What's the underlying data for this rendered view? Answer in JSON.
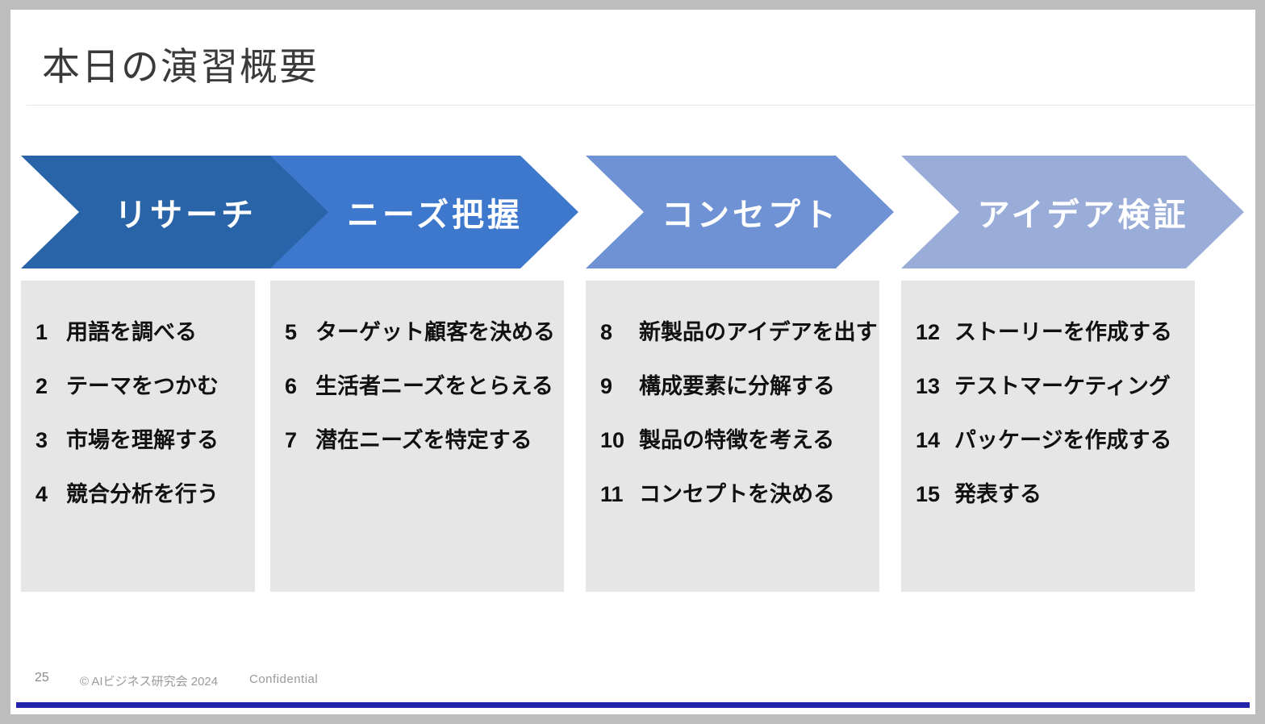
{
  "slide": {
    "title": "本日の演習概要",
    "border_color": "#bdbdbd",
    "canvas_color": "#ffffff",
    "accent_bar_color": "#2222aa"
  },
  "process": {
    "stages": [
      {
        "label": "リサーチ",
        "color": "#2a64a8"
      },
      {
        "label": "ニーズ把握",
        "color": "#3d78cd"
      },
      {
        "label": "コンセプト",
        "color": "#6e92d4"
      },
      {
        "label": "アイデア検証",
        "color": "#9aacd8"
      }
    ]
  },
  "columns": [
    {
      "box_color": "#e6e6e6",
      "tasks": [
        {
          "num": "1",
          "text": "用語を調べる"
        },
        {
          "num": "2",
          "text": "テーマをつかむ"
        },
        {
          "num": "3",
          "text": "市場を理解する"
        },
        {
          "num": "4",
          "text": "競合分析を行う"
        }
      ]
    },
    {
      "box_color": "#e6e6e6",
      "tasks": [
        {
          "num": "5",
          "text": "ターゲット顧客を決める"
        },
        {
          "num": "6",
          "text": "生活者ニーズをとらえる"
        },
        {
          "num": "7",
          "text": "潜在ニーズを特定する"
        }
      ]
    },
    {
      "box_color": "#e6e6e6",
      "tasks": [
        {
          "num": "8",
          "text": "新製品のアイデアを出す"
        },
        {
          "num": "9",
          "text": "構成要素に分解する"
        },
        {
          "num": "10",
          "text": "製品の特徴を考える"
        },
        {
          "num": "11",
          "text": "コンセプトを決める"
        }
      ]
    },
    {
      "box_color": "#e6e6e6",
      "tasks": [
        {
          "num": "12",
          "text": "ストーリーを作成する"
        },
        {
          "num": "13",
          "text": "テストマーケティング"
        },
        {
          "num": "14",
          "text": "パッケージを作成する"
        },
        {
          "num": "15",
          "text": "発表する"
        }
      ]
    }
  ],
  "footer": {
    "page_number": "25",
    "copyright": "© AIビジネス研究会 2024",
    "classification": "Confidential"
  }
}
